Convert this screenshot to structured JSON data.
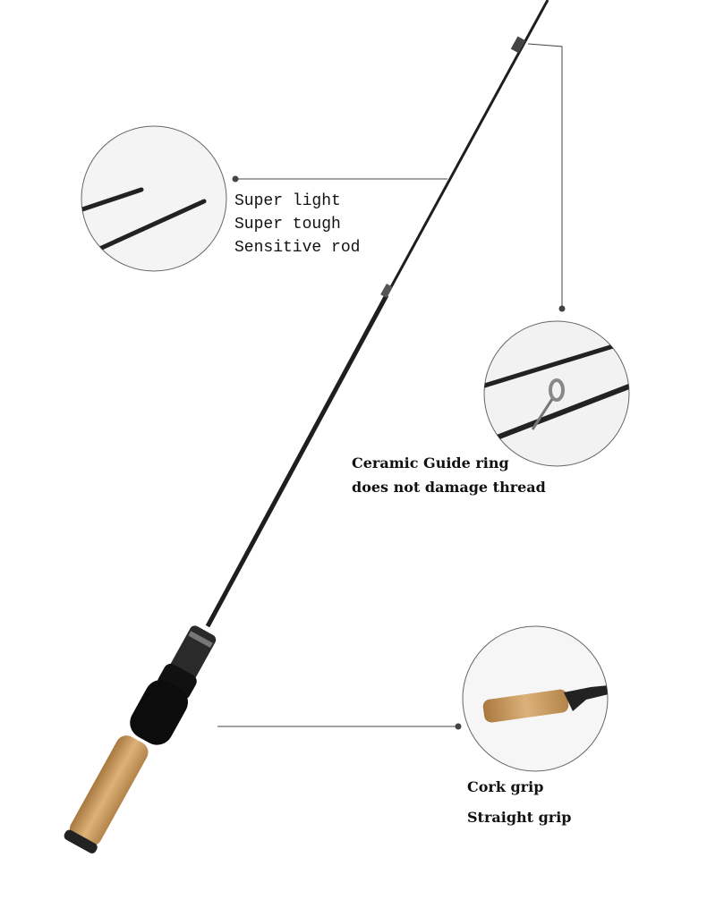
{
  "callouts": {
    "blank": {
      "lines": [
        "Super light",
        "Super tough",
        "Sensitive rod"
      ],
      "icon": "rod-tip-closeup"
    },
    "guide": {
      "lines": [
        "Ceramic Guide ring",
        "does not damage thread"
      ],
      "icon": "guide-ring-closeup"
    },
    "grip": {
      "lines": [
        "Cork grip",
        "Straight grip"
      ],
      "icon": "cork-handle-closeup"
    }
  },
  "colors": {
    "rod": "#1a1a1a",
    "cork": "#c99a5e",
    "line": "#444444"
  }
}
